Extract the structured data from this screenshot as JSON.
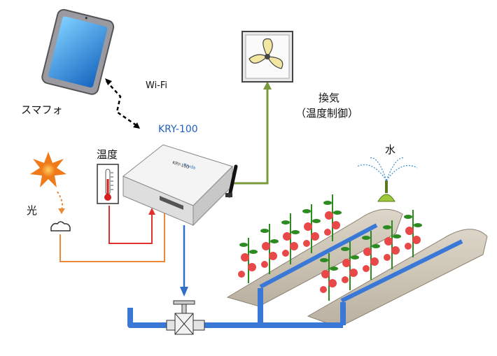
{
  "labels": {
    "wifi": "Wi-Fi",
    "smartphone": "スマフォ",
    "controller": "KRY-100",
    "temperature": "温度",
    "light": "光",
    "ventilation": "換気",
    "ventilation_note": "（温度制御）",
    "water": "水"
  },
  "device_print": {
    "brand": "Kryda",
    "model": "KRY-100"
  },
  "colors": {
    "water_pipe": "#3a78d8",
    "fan_line": "#7a9a3c",
    "temp_line": "#e03030",
    "light_line": "#e88a3a",
    "controller_out": "#2f6fc4",
    "leaf": "#2e8b22",
    "tomato": "#e84848"
  },
  "icons": [
    "tablet-icon",
    "sun-icon",
    "light-sensor-icon",
    "thermometer-icon",
    "fan-icon",
    "sprinkler-icon",
    "valve-icon",
    "tomato-plant-icon"
  ]
}
